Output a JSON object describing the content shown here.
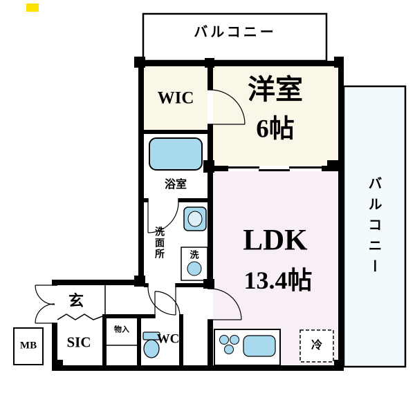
{
  "colors": {
    "wall": "#000000",
    "room_cream": "#faf7e8",
    "room_pink": "#f8eef6",
    "fixture_blue": "#a9d9ee",
    "fixture_blue_light": "#ddf0f9",
    "balcony_tint": "#f3fafd",
    "marker_yellow": "#ffe100",
    "paper": "#ffffff"
  },
  "rooms": {
    "balcony_top": {
      "label": "バルコニー"
    },
    "balcony_right": {
      "label": "バルコニー"
    },
    "wic": {
      "label": "WIC"
    },
    "western_room": {
      "name": "洋室",
      "size": "6帖"
    },
    "bathroom": {
      "label": "浴室"
    },
    "washroom": {
      "label": "洗面所"
    },
    "washer": {
      "label": "洗"
    },
    "ldk": {
      "name": "LDK",
      "size": "13.4帖"
    },
    "entrance": {
      "label": "玄"
    },
    "meter_box": {
      "label": "MB"
    },
    "sic": {
      "label": "SIC"
    },
    "storage": {
      "label": "物入"
    },
    "wc": {
      "label": "WC"
    },
    "refrigerator": {
      "label": "冷"
    }
  }
}
